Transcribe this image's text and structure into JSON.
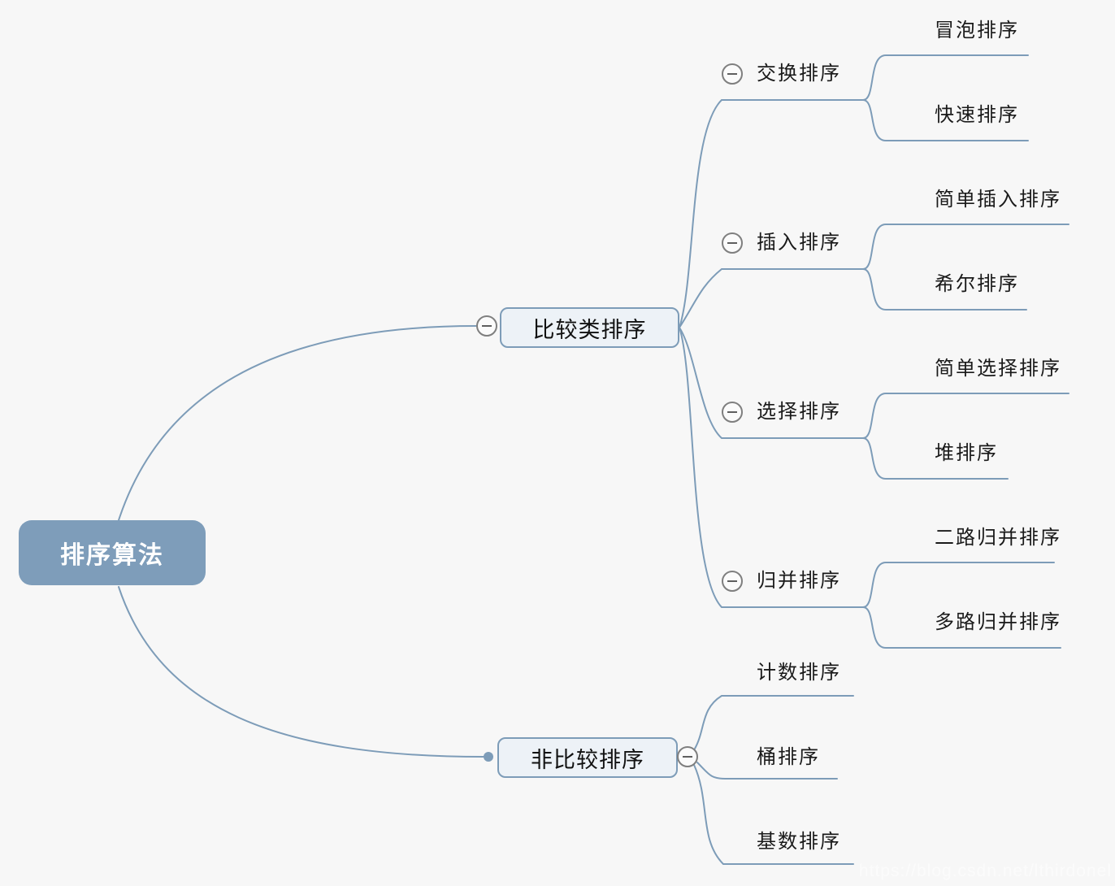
{
  "tree": {
    "root": {
      "label": "排序算法",
      "children": [
        {
          "label": "比较类排序",
          "children": [
            {
              "label": "交换排序",
              "children": [
                {
                  "label": "冒泡排序"
                },
                {
                  "label": "快速排序"
                }
              ]
            },
            {
              "label": "插入排序",
              "children": [
                {
                  "label": "简单插入排序"
                },
                {
                  "label": "希尔排序"
                }
              ]
            },
            {
              "label": "选择排序",
              "children": [
                {
                  "label": "简单选择排序"
                },
                {
                  "label": "堆排序"
                }
              ]
            },
            {
              "label": "归并排序",
              "children": [
                {
                  "label": "二路归并排序"
                },
                {
                  "label": "多路归并排序"
                }
              ]
            }
          ]
        },
        {
          "label": "非比较排序",
          "children": [
            {
              "label": "计数排序"
            },
            {
              "label": "桶排序"
            },
            {
              "label": "基数排序"
            }
          ]
        }
      ]
    }
  },
  "icons": {
    "collapse": "minus-circle",
    "branch_point": "dot"
  },
  "colors": {
    "background": "#f7f7f7",
    "line": "#7d9cb8",
    "root_bg": "#7e9dba",
    "root_text": "#ffffff",
    "box_bg": "#edf2f7",
    "box_border": "#7d9cb8",
    "node_text": "#1a1a1a",
    "collapse_border": "#7f7f7f"
  },
  "watermark": {
    "text": "https://blog.csdn.net/lthirdonel"
  }
}
